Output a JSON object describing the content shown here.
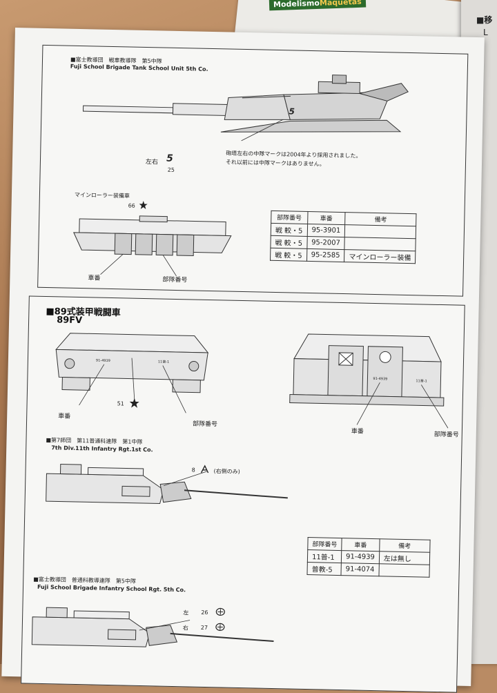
{
  "brand": {
    "part1": "Modelismo",
    "part2": "Maquetas"
  },
  "panel1": {
    "unit_jp": "■富士教導団　戦車教導隊　第5中隊",
    "unit_en": "Fuji School Brigade Tank School Unit 5th Co.",
    "mark_label": "左右",
    "mark_symbol": "5",
    "mark_number": "25",
    "note_line1": "砲塔左右の中隊マークは2004年より採用されました。",
    "note_line2": "それ以前には中隊マークはありません。",
    "roller_label": "マインローラー装備車",
    "star_number": "66",
    "label_vehicle_no": "車番",
    "label_unit_no": "部隊番号",
    "table": {
      "headers": [
        "部隊番号",
        "車番",
        "備考"
      ],
      "rows": [
        [
          "戦 較・5",
          "95-3901",
          ""
        ],
        [
          "戦 較・5",
          "95-2007",
          ""
        ],
        [
          "戦 較・5",
          "95-2585",
          "マインローラー装備"
        ]
      ]
    }
  },
  "panel2": {
    "title_jp": "■89式装甲戦闘車",
    "title_en": "89FV",
    "front_plate_left": "91-4939",
    "front_plate_right": "11普-1",
    "rear_plate_left": "91-4939",
    "rear_plate_right": "11普-1",
    "star_number": "51",
    "label_vehicle_no": "車番",
    "label_unit_no": "部隊番号",
    "rear_label_vehicle_no": "車番",
    "rear_label_unit_no": "部隊番号",
    "unit1_jp": "■第7師団　第11普通科連隊　第1中隊",
    "unit1_en": "7th Div.11th Infantry Rgt.1st Co.",
    "mark1_number": "8",
    "mark1_note": "(右側のみ)",
    "unit2_jp": "■富士教導団　普通科教導連隊　第5中隊",
    "unit2_en": "Fuji School Brigade Infantry School Rgt. 5th Co.",
    "mark_left_label": "左",
    "mark_left_number": "26",
    "mark_right_label": "右",
    "mark_right_number": "27",
    "table": {
      "headers": [
        "部隊番号",
        "車番",
        "備考"
      ],
      "rows": [
        [
          "11普-1",
          "91-4939",
          "左は無し"
        ],
        [
          "普教-5",
          "91-4074",
          ""
        ]
      ]
    }
  },
  "right_page": {
    "text1": "■移",
    "text2": "L"
  }
}
